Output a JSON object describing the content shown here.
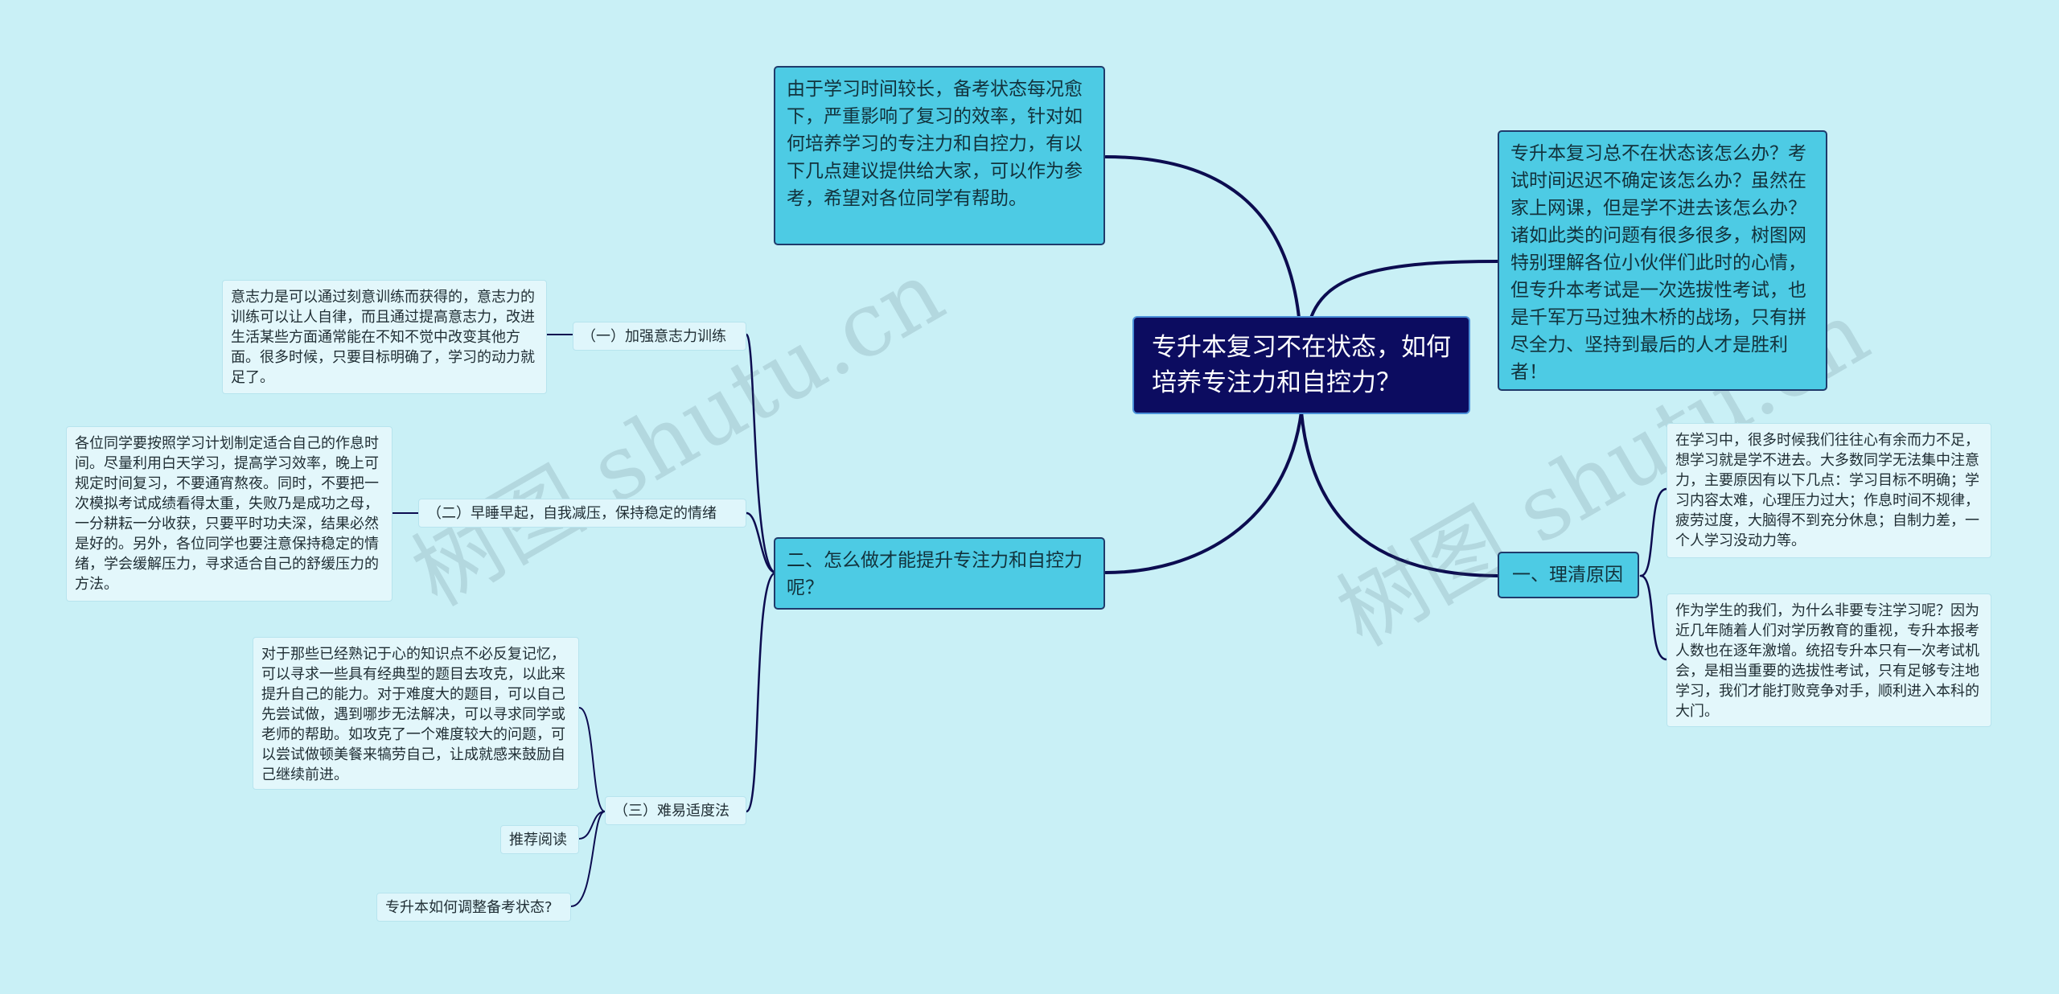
{
  "root": {
    "title": "专升本复习不在状态，如何培养专注力和自控力？"
  },
  "intro": {
    "text": "由于学习时间较长，备考状态每况愈下，严重影响了复习的效率，针对如何培养学习的专注力和自控力，有以下几点建议提供给大家，可以作为参考，希望对各位同学有帮助。"
  },
  "desc": {
    "text": "专升本复习总不在状态该怎么办？考试时间迟迟不确定该怎么办？虽然在家上网课，但是学不进去该怎么办？诸如此类的问题有很多很多，树图网特别理解各位小伙伴们此时的心情，但专升本考试是一次选拔性考试，也是千军万马过独木桥的战场，只有拼尽全力、坚持到最后的人才是胜利者！"
  },
  "section1": {
    "title": "一、理清原因",
    "leaves": [
      "在学习中，很多时候我们往往心有余而力不足，想学习就是学不进去。大多数同学无法集中注意力，主要原因有以下几点：学习目标不明确；学习内容太难，心理压力过大；作息时间不规律，疲劳过度，大脑得不到充分休息；自制力差，一个人学习没动力等。",
      "作为学生的我们，为什么非要专注学习呢？因为近几年随着人们对学历教育的重视，专升本报考人数也在逐年激增。统招专升本只有一次考试机会，是相当重要的选拔性考试，只有足够专注地学习，我们才能打败竞争对手，顺利进入本科的大门。"
    ]
  },
  "section2": {
    "title": "二、怎么做才能提升专注力和自控力呢？",
    "sub1": {
      "label": "（一）加强意志力训练",
      "leaf": "意志力是可以通过刻意训练而获得的，意志力的训练可以让人自律，而且通过提高意志力，改进生活某些方面通常能在不知不觉中改变其他方面。很多时候，只要目标明确了，学习的动力就足了。"
    },
    "sub2": {
      "label": "（二）早睡早起，自我减压，保持稳定的情绪",
      "leaf": "各位同学要按照学习计划制定适合自己的作息时间。尽量利用白天学习，提高学习效率，晚上可规定时间复习，不要通宵熬夜。同时，不要把一次模拟考试成绩看得太重，失败乃是成功之母，一分耕耘一分收获，只要平时功夫深，结果必然是好的。另外，各位同学也要注意保持稳定的情绪，学会缓解压力，寻求适合自己的舒缓压力的方法。"
    },
    "sub3": {
      "label": "（三）难易适度法",
      "leaf": "对于那些已经熟记于心的知识点不必反复记忆，可以寻求一些具有经典型的题目去攻克，以此来提升自己的能力。对于难度大的题目，可以自己先尝试做，遇到哪步无法解决，可以寻求同学或老师的帮助。如攻克了一个难度较大的问题，可以尝试做顿美餐来犒劳自己，让成就感来鼓励自己继续前进。"
    },
    "reading": "推荐阅读",
    "link": "专升本如何调整备考状态?"
  },
  "watermark": {
    "left": "树图 shutu.cn",
    "right": "树图 shutu.cn"
  },
  "colors": {
    "background": "#c9f0f6",
    "root": "#0c0c60",
    "branch": "#4dcbe4",
    "connector": "#0c0c50"
  }
}
